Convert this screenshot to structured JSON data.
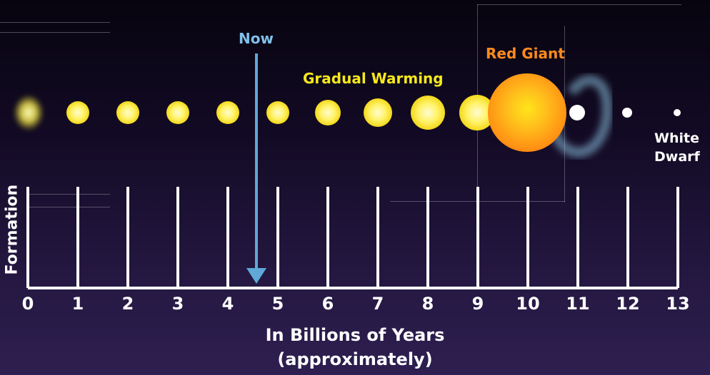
{
  "labels": {
    "now": "Now",
    "gradual_warming": "Gradual Warming",
    "red_giant": "Red Giant",
    "white_dwarf_line1": "White",
    "white_dwarf_line2": "Dwarf",
    "formation": "Formation",
    "x_title_line1": "In Billions of Years",
    "x_title_line2": "(approximately)"
  },
  "ticks": [
    "0",
    "1",
    "2",
    "3",
    "4",
    "5",
    "6",
    "7",
    "8",
    "9",
    "10",
    "11",
    "12",
    "13"
  ],
  "colors": {
    "now": "#7fc0e8",
    "warming": "#f6e81c",
    "red_giant": "#ff8a1e",
    "sun": "#fff36a",
    "white_dwarf": "#ffffff"
  }
}
